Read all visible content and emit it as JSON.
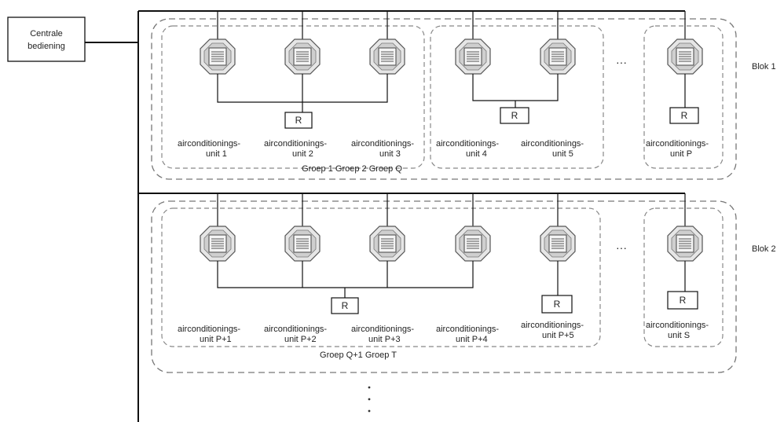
{
  "controller": {
    "line1": "Centrale",
    "line2": "bediening"
  },
  "blocks": [
    {
      "label": "Blok 1",
      "units": [
        {
          "line1": "airconditionings-",
          "line2": "unit 1"
        },
        {
          "line1": "airconditionings-",
          "line2": "unit 2"
        },
        {
          "line1": "airconditionings-",
          "line2": "unit 3"
        },
        {
          "line1": "airconditionings-",
          "line2": "unit 4"
        },
        {
          "line1": "airconditionings-",
          "line2": "unit 5"
        },
        {
          "line1": "airconditionings-",
          "line2": "unit P"
        }
      ],
      "groups_label": "Groep 1 Groep 2 Groep Q"
    },
    {
      "label": "Blok 2",
      "units": [
        {
          "line1": "airconditionings-",
          "line2": "unit P+1"
        },
        {
          "line1": "airconditionings-",
          "line2": "unit P+2"
        },
        {
          "line1": "airconditionings-",
          "line2": "unit P+3"
        },
        {
          "line1": "airconditionings-",
          "line2": "unit P+4"
        },
        {
          "line1": "airconditionings-",
          "line2": "unit P+5"
        },
        {
          "line1": "airconditionings-",
          "line2": "unit S"
        }
      ],
      "groups_label": "Groep Q+1 Groep T"
    }
  ],
  "remote_label": "R",
  "ellipsis": "···"
}
